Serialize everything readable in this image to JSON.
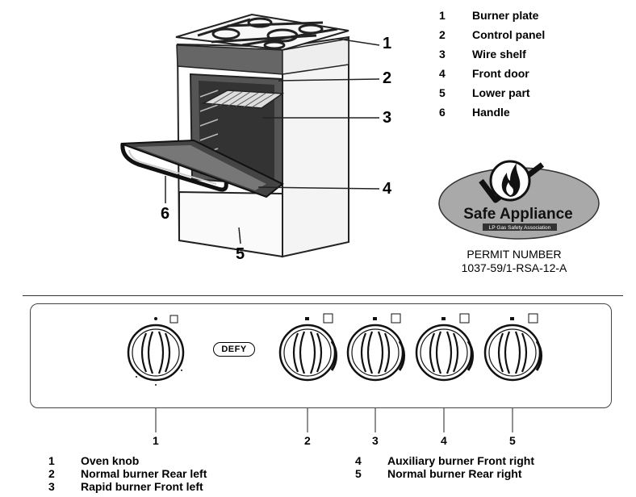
{
  "legend": [
    {
      "num": "1",
      "label": "Burner plate"
    },
    {
      "num": "2",
      "label": "Control panel"
    },
    {
      "num": "3",
      "label": "Wire shelf"
    },
    {
      "num": "4",
      "label": "Front door"
    },
    {
      "num": "5",
      "label": "Lower part"
    },
    {
      "num": "6",
      "label": "Handle"
    }
  ],
  "stove_callouts": [
    "1",
    "2",
    "3",
    "4",
    "5",
    "6"
  ],
  "safety_badge": {
    "title": "Safe Appliance",
    "subtitle": "LP Gas Safety Association"
  },
  "permit": {
    "label": "PERMIT NUMBER",
    "number": "1037-59/1-RSA-12-A"
  },
  "control_panel": {
    "brand": "DEFY",
    "knob_numbers": [
      "1",
      "2",
      "3",
      "4",
      "5"
    ]
  },
  "knob_key": [
    {
      "num": "1",
      "label": "Oven knob"
    },
    {
      "num": "2",
      "label": "Normal burner Rear left"
    },
    {
      "num": "3",
      "label": "Rapid burner Front left"
    },
    {
      "num": "4",
      "label": "Auxiliary burner Front right"
    },
    {
      "num": "5",
      "label": "Normal burner Rear right"
    }
  ]
}
